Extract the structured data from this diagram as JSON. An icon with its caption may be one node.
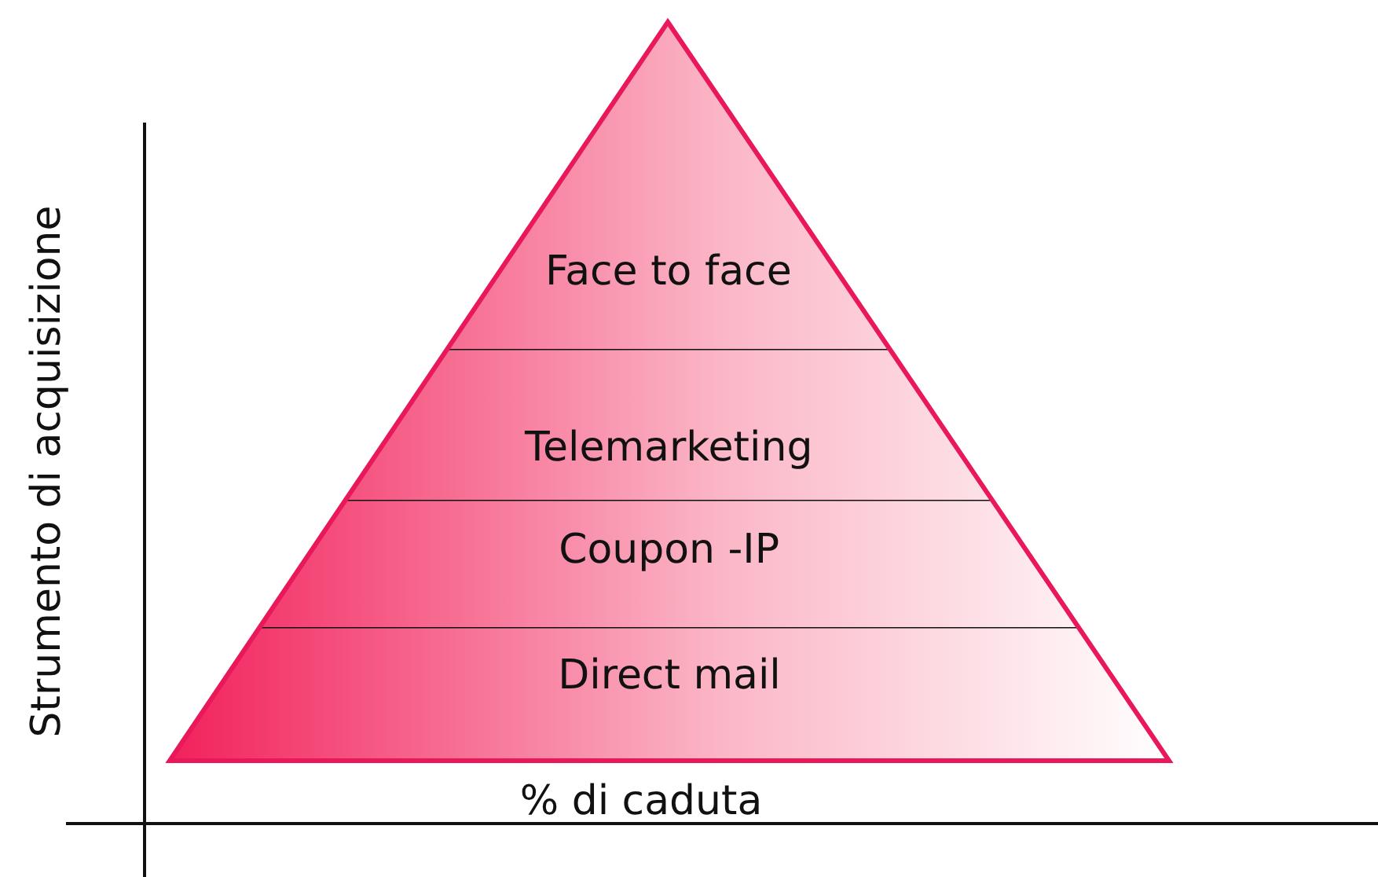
{
  "diagram": {
    "nodes": [
      {
        "text": [
          "Face to face"
        ]
      },
      {
        "text": [
          "Telemarketing"
        ]
      },
      {
        "text": [
          "Coupon -IP"
        ]
      },
      {
        "text": [
          "Direct mail"
        ]
      }
    ],
    "labels": [
      "Strumento di acquisizione",
      "% di caduta"
    ]
  }
}
